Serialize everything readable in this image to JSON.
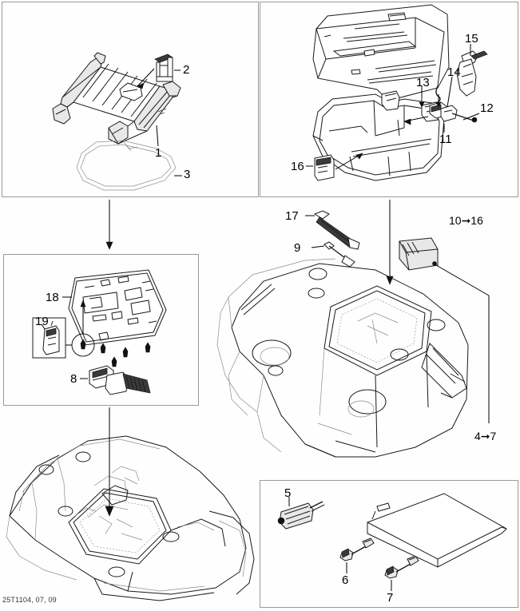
{
  "document": {
    "type": "technical-parts-diagram",
    "footer_code": "25T1104, 07, 09",
    "background_color": "#fefefe",
    "line_color": "#1a1a1a"
  },
  "panels": [
    {
      "id": "rack-panel",
      "name": "top-left-rack-assembly"
    },
    {
      "id": "storage-panel",
      "name": "top-right-storage-box"
    },
    {
      "id": "bracket-panel",
      "name": "middle-left-bracket-and-clips"
    },
    {
      "id": "hardware-panel",
      "name": "bottom-right-hardware-and-plate"
    }
  ],
  "callouts": {
    "rack": [
      {
        "number": "1"
      },
      {
        "number": "2"
      },
      {
        "number": "3"
      }
    ],
    "storage": [
      {
        "number": "11"
      },
      {
        "number": "12"
      },
      {
        "number": "13"
      },
      {
        "number": "14"
      },
      {
        "number": "15"
      },
      {
        "number": "16"
      }
    ],
    "bracket": [
      {
        "number": "8"
      },
      {
        "number": "18"
      },
      {
        "number": "19"
      }
    ],
    "fender": [
      {
        "number": "9"
      },
      {
        "number": "17"
      }
    ],
    "hardware": [
      {
        "number": "5"
      },
      {
        "number": "6"
      },
      {
        "number": "7"
      }
    ]
  },
  "references": {
    "upper_right": "10➞16",
    "lower_right": "4➞7"
  }
}
